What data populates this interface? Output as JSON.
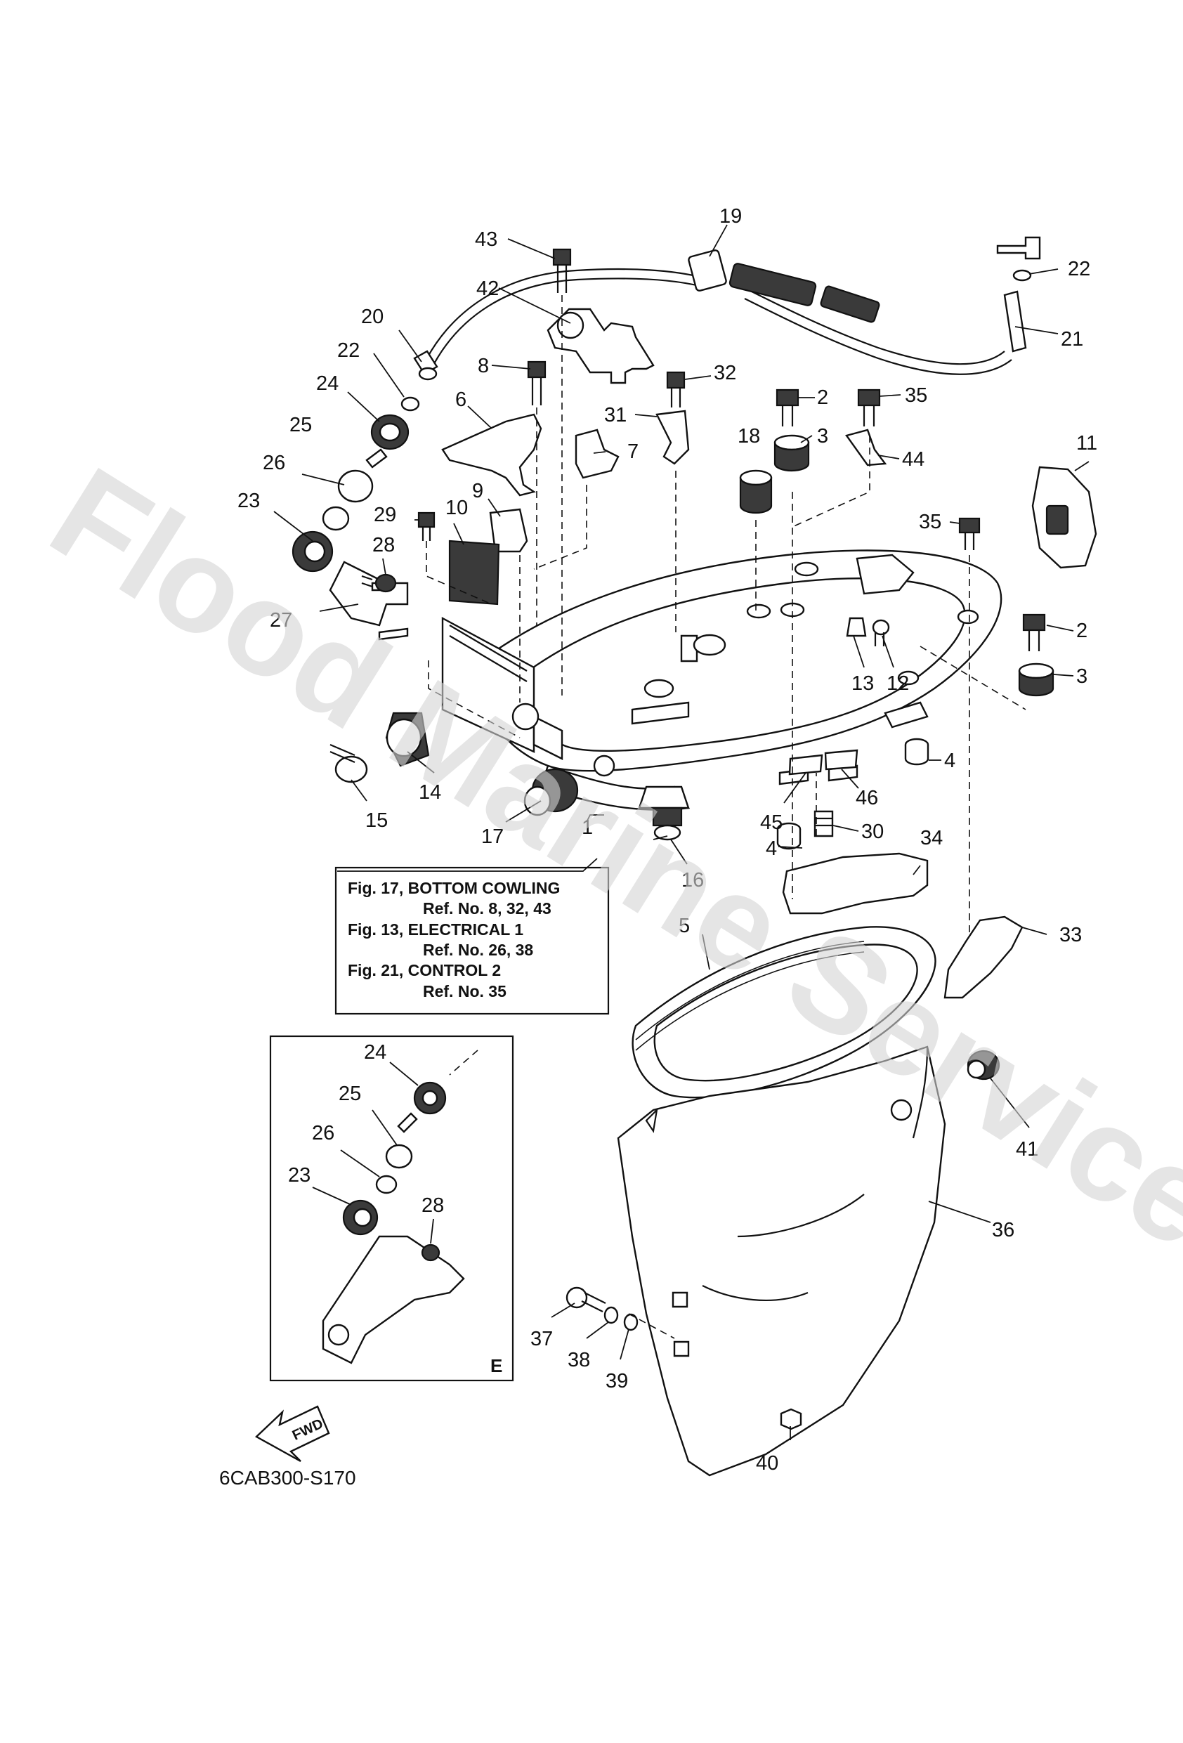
{
  "watermark": "Flood Marine Services",
  "diagram_code": "6CAB300-S170",
  "inset_letter": "E",
  "fwd_label": "FWD",
  "reference_box": {
    "lines": [
      "Fig. 17, BOTTOM COWLING",
      "Ref. No. 8, 32, 43",
      "Fig. 13, ELECTRICAL 1",
      "Ref. No. 26, 38",
      "Fig. 21, CONTROL 2",
      "Ref. No. 35"
    ]
  },
  "part_labels": [
    "1",
    "2",
    "2",
    "3",
    "3",
    "4",
    "4",
    "5",
    "6",
    "7",
    "8",
    "9",
    "10",
    "11",
    "12",
    "13",
    "14",
    "15",
    "16",
    "17",
    "18",
    "19",
    "20",
    "21",
    "22",
    "22",
    "23",
    "23",
    "24",
    "24",
    "25",
    "25",
    "26",
    "26",
    "27",
    "28",
    "28",
    "29",
    "30",
    "31",
    "32",
    "33",
    "34",
    "35",
    "35",
    "36",
    "37",
    "38",
    "39",
    "40",
    "41",
    "42",
    "43",
    "44",
    "45",
    "46"
  ]
}
